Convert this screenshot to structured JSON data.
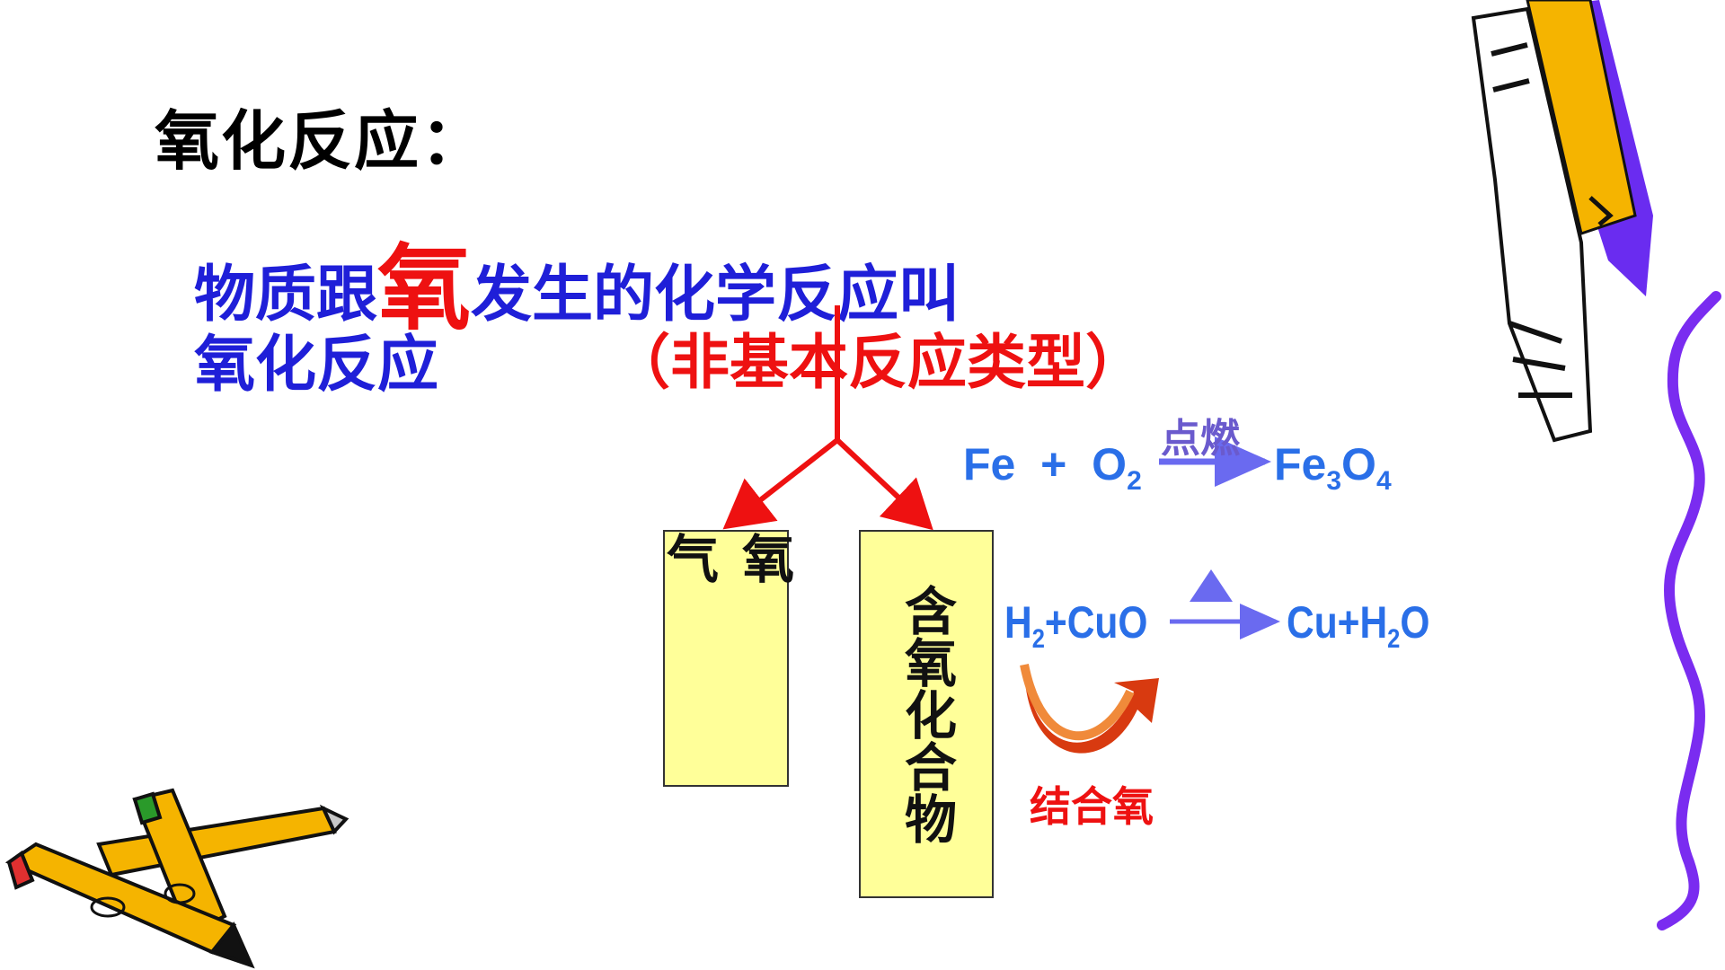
{
  "slide": {
    "title": "氧化反应：",
    "definition": {
      "part1": "物质跟",
      "highlight": "氧",
      "part2": "发生的化学反应叫",
      "line2": "氧化反应",
      "note": "（非基本反应类型）"
    },
    "boxes": {
      "oxygen": "氧　气",
      "oxide": "含氧化合物"
    },
    "equation1": {
      "left_a": "Fe",
      "plus": "+",
      "left_b": "O",
      "left_b_sub": "2",
      "condition": "点燃",
      "right_a": "Fe",
      "right_a_sub": "3",
      "right_b": "O",
      "right_b_sub": "4"
    },
    "equation2": {
      "left_a": "H",
      "left_a_sub": "2",
      "left_rest": "+CuO",
      "condition_symbol": "▲",
      "right_a": "Cu+H",
      "right_a_sub": "2",
      "right_b": "O"
    },
    "bind_label": "结合氧"
  },
  "colors": {
    "definition_blue": "#1f1fd8",
    "highlight_red": "#ee1111",
    "equation_blue": "#2a6fe8",
    "arrow_purple": "#6a5acd",
    "box_yellow": "#ffff99",
    "curved_arrow": "#d83a10"
  },
  "icons": [
    "pencil-top-right-icon",
    "pencils-bottom-left-icon",
    "squiggle-border-icon",
    "curved-arrow-icon"
  ]
}
